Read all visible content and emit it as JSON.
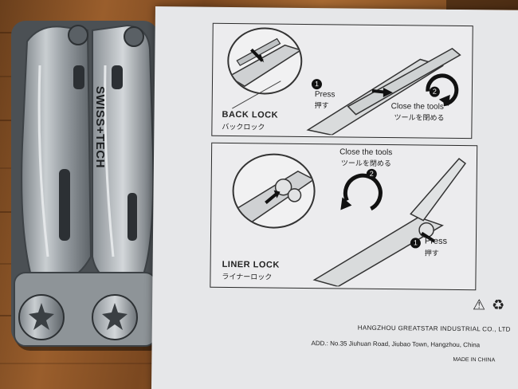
{
  "brand_logo": "SWISS+TECH",
  "instructions": {
    "panel_top": {
      "title": "BACK LOCK",
      "title_jp": "バックロック",
      "step1_num": "1",
      "step1_label": "Press",
      "step1_jp": "押す",
      "step2_num": "2",
      "step2_label": "Close the tools",
      "step2_jp": "ツールを閉める"
    },
    "panel_bottom": {
      "title": "LINER LOCK",
      "title_jp": "ライナーロック",
      "step2_label": "Close the tools",
      "step2_jp": "ツールを閉める",
      "step2_num": "2",
      "step1_num": "1",
      "step1_label": "Press",
      "step1_jp": "押す"
    },
    "footer": {
      "company": "HANGZHOU GREATSTAR INDUSTRIAL CO., LTD",
      "address": "ADD.: No.35 Jiuhuan Road, Jiubao Town, Hangzhou, China",
      "made_in": "MADE IN CHINA"
    }
  },
  "colors": {
    "wood": "#8a5426",
    "paper": "#e6e7e9",
    "steel": "#b9bec2",
    "ink": "#222222"
  }
}
